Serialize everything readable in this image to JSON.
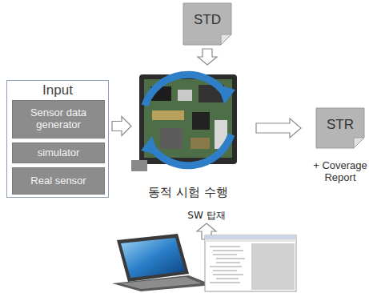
{
  "diagram": {
    "nodes": [
      {
        "text": [
          "STD"
        ]
      },
      {
        "text": [
          "Input"
        ]
      },
      {
        "text": [
          "Sensor data generator"
        ],
        "in": 1
      },
      {
        "text": [
          "simulator"
        ],
        "in": 1
      },
      {
        "text": [
          "Real sensor"
        ],
        "in": 1
      },
      {
        "text": [
          "동적 시험 수행"
        ]
      },
      {
        "text": [
          "STR",
          "+ Coverage Report"
        ]
      }
    ],
    "edges": [
      {
        "from": 0,
        "to": 5,
        "arrow": "to"
      },
      {
        "from": 1,
        "to": 5,
        "arrow": "to"
      },
      {
        "from": 5,
        "to": 6,
        "arrow": "to"
      }
    ],
    "labels": [
      "SW 탑재"
    ]
  }
}
